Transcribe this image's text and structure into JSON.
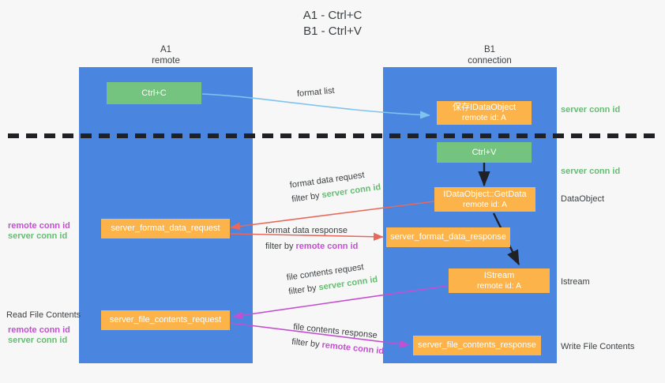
{
  "title": {
    "line1": "A1 - Ctrl+C",
    "line2": "B1 - Ctrl+V"
  },
  "columns": {
    "left": {
      "name": "A1",
      "role": "remote"
    },
    "right": {
      "name": "B1",
      "role": "connection"
    }
  },
  "colors": {
    "lane": "#4a86e0",
    "box_green": "#74c47f",
    "box_orange": "#fbb34a",
    "server_conn_id": "#65bd72",
    "remote_conn_id": "#c44fd0",
    "arrow_format_list": "#7ec4ee",
    "arrow_format_data": "#e8685c",
    "arrow_file_contents": "#c44fd0",
    "arrow_internal": "#202124",
    "divider": "#202124",
    "background": "#f7f7f7"
  },
  "nodes": {
    "ctrl_c": {
      "label": "Ctrl+C"
    },
    "ctrl_v": {
      "label": "Ctrl+V"
    },
    "save_dataobject": {
      "line1": "保存IDataObject",
      "line2": "remote id: A"
    },
    "getdata": {
      "line1": "IDataObject::GetData",
      "line2": "remote id: A"
    },
    "istream": {
      "line1": "IStream",
      "line2": "remote id: A"
    },
    "server_format_data_request": {
      "label": "server_format_data_request"
    },
    "server_format_data_response": {
      "label": "server_format_data_response"
    },
    "server_file_contents_request": {
      "label": "server_file_contents_request"
    },
    "server_file_contents_response": {
      "label": "server_file_contents_response"
    }
  },
  "edge_labels": {
    "format_list": "format list",
    "format_data_request": "format data request",
    "format_data_request_filter_prefix": "filter by ",
    "format_data_request_filter_value": "server conn id",
    "format_data_response": "format data response",
    "format_data_response_filter_prefix": "filter by ",
    "format_data_response_filter_value": "remote conn id",
    "file_contents_request": "file contents request",
    "file_contents_request_filter_prefix": "filter by ",
    "file_contents_request_filter_value": "server conn id",
    "file_contents_response": "file contents response",
    "file_contents_response_filter_prefix": "filter by ",
    "file_contents_response_filter_value": "remote conn id"
  },
  "right_annotations": {
    "server_conn_id_top": "server conn id",
    "server_conn_id_mid": "server conn id",
    "dataobject": "DataObject",
    "istream": "Istream",
    "write_file_contents": "Write File Contents"
  },
  "left_annotations": {
    "remote_conn_id_mid": "remote conn id",
    "server_conn_id_mid": "server conn id",
    "read_file_contents": "Read File Contents",
    "remote_conn_id_bottom": "remote conn id",
    "server_conn_id_bottom": "server conn id"
  }
}
